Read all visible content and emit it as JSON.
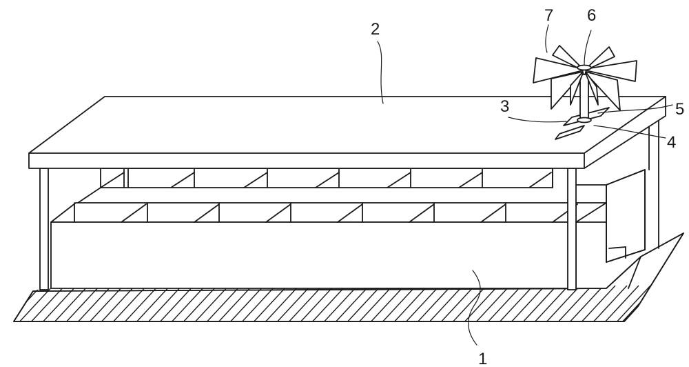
{
  "labels": {
    "base": "1",
    "roof": "2",
    "part_3": "3",
    "part_4": "4",
    "part_5": "5",
    "part_6": "6",
    "part_7": "7"
  },
  "colors": {
    "line": "#1a1a1a",
    "background": "#ffffff"
  }
}
